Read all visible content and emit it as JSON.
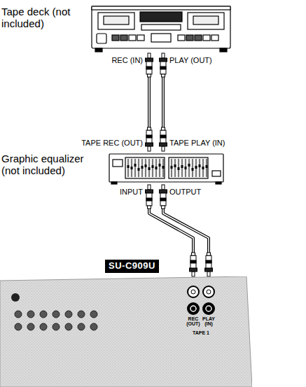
{
  "diagram": {
    "nodes": [
      {
        "text": [
          "Tape deck (not included)"
        ]
      },
      {
        "text": [
          "Graphic equalizer (not included)"
        ]
      },
      {
        "text": [
          "SU-C909U"
        ]
      }
    ],
    "edges": [
      {
        "from": 0,
        "to": 1,
        "arrow": "none"
      },
      {
        "from": 0,
        "to": 1,
        "arrow": "none"
      },
      {
        "from": 1,
        "to": 2,
        "arrow": "none"
      },
      {
        "from": 1,
        "to": 2,
        "arrow": "none"
      }
    ],
    "labels": [
      "REC (IN)",
      "PLAY (OUT)",
      "TAPE REC (OUT)",
      "TAPE PLAY (IN)",
      "INPUT",
      "OUTPUT",
      "REC (OUT)",
      "PLAY (IN)",
      "TAPE 1"
    ]
  }
}
